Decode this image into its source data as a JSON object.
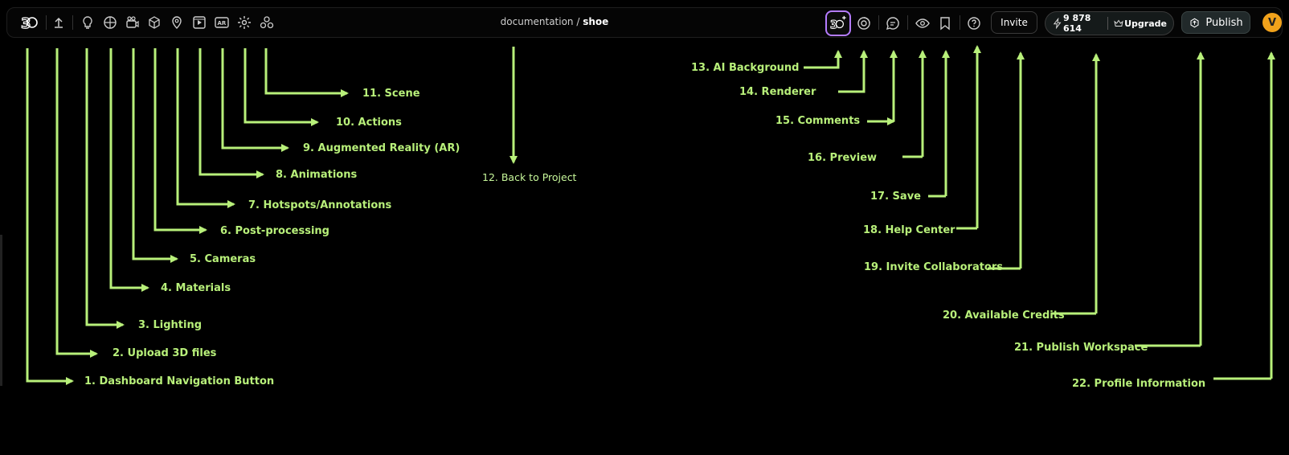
{
  "toolbar": {
    "breadcrumb_parent": "documentation",
    "breadcrumb_sep": "/",
    "breadcrumb_current": "shoe",
    "invite_label": "Invite",
    "credits_value": "9 878 614",
    "upgrade_label": "Upgrade",
    "publish_label": "Publish",
    "avatar_initial": "V"
  },
  "annotations": {
    "a1": "1. Dashboard Navigation Button",
    "a2": "2. Upload 3D files",
    "a3": "3. Lighting",
    "a4": "4. Materials",
    "a5": "5. Cameras",
    "a6": "6. Post-processing",
    "a7": "7. Hotspots/Annotations",
    "a8": "8. Animations",
    "a9": "9. Augmented Reality (AR)",
    "a10": "10. Actions",
    "a11": "11. Scene",
    "a12": "12. Back to Project",
    "a13": "13. AI Background",
    "a14": "14. Renderer",
    "a15": "15. Comments",
    "a16": "16. Preview",
    "a17": "17. Save",
    "a18": "18. Help Center",
    "a19": "19. Invite Collaborators",
    "a20": "20. Available Credits",
    "a21": "21. Publish Workspace",
    "a22": "22. Profile Information"
  },
  "colors": {
    "annotation": "#b8f07a",
    "ai_border": "#b57cff",
    "avatar": "#f1a21b"
  },
  "icons": [
    "logo-3d-icon",
    "upload-icon",
    "lightbulb-icon",
    "globe-icon",
    "camera-icon",
    "cube-icon",
    "map-pin-icon",
    "play-icon",
    "ar-icon",
    "gear-icon",
    "scene-icon",
    "ai-3d-icon",
    "renderer-icon",
    "comment-icon",
    "eye-icon",
    "bookmark-icon",
    "help-icon",
    "bolt-icon",
    "crown-icon",
    "publish-icon"
  ]
}
